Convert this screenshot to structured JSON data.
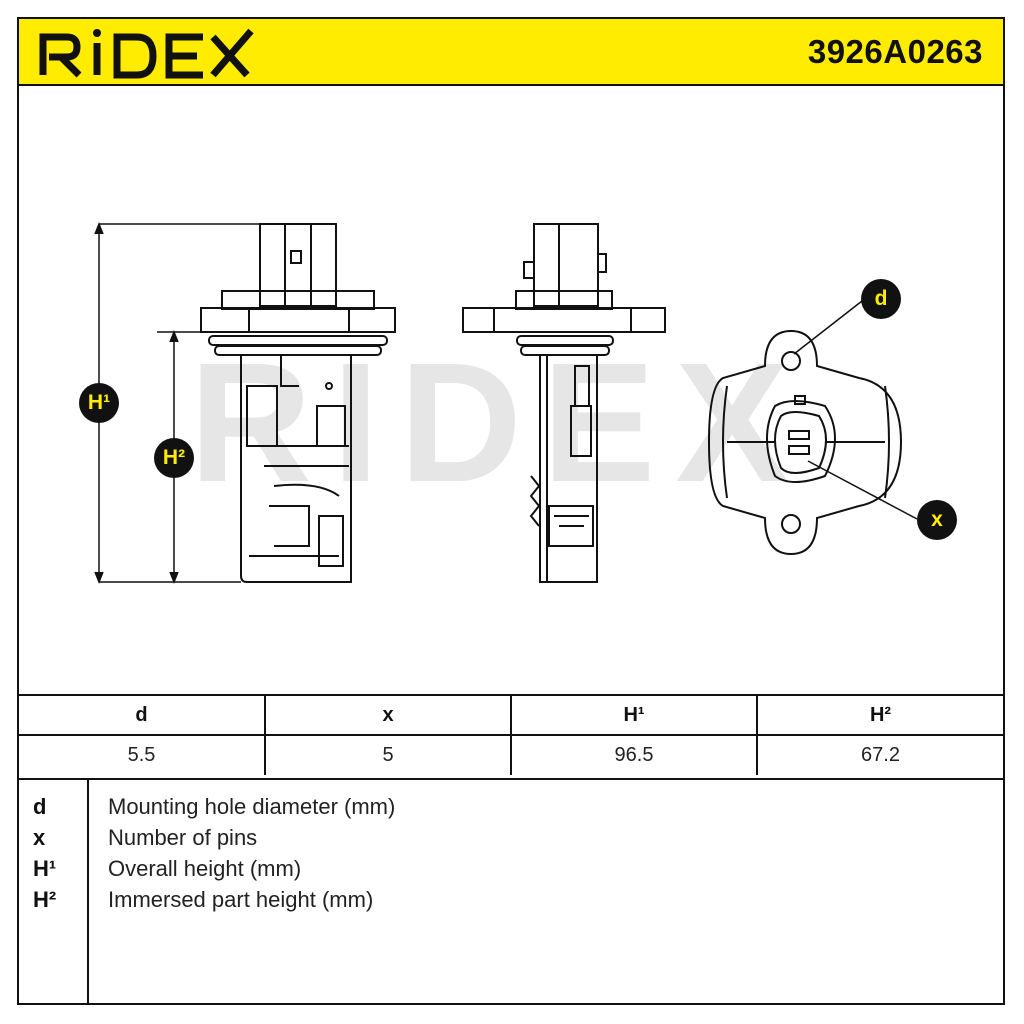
{
  "header": {
    "brand": "RIDEX",
    "part_number": "3926A0263",
    "brand_color": "#ffec00",
    "ink_color": "#111111"
  },
  "drawing": {
    "watermark": "RIDEX",
    "callouts": {
      "h1": "H¹",
      "h2": "H²",
      "d": "d",
      "x": "x"
    }
  },
  "dimensions_table": {
    "headers": [
      "d",
      "x",
      "H¹",
      "H²"
    ],
    "values": [
      "5.5",
      "5",
      "96.5",
      "67.2"
    ]
  },
  "legend": [
    {
      "key": "d",
      "description": "Mounting hole diameter (mm)"
    },
    {
      "key": "x",
      "description": "Number of pins"
    },
    {
      "key": "H¹",
      "description": "Overall height (mm)"
    },
    {
      "key": "H²",
      "description": "Immersed part height (mm)"
    }
  ]
}
